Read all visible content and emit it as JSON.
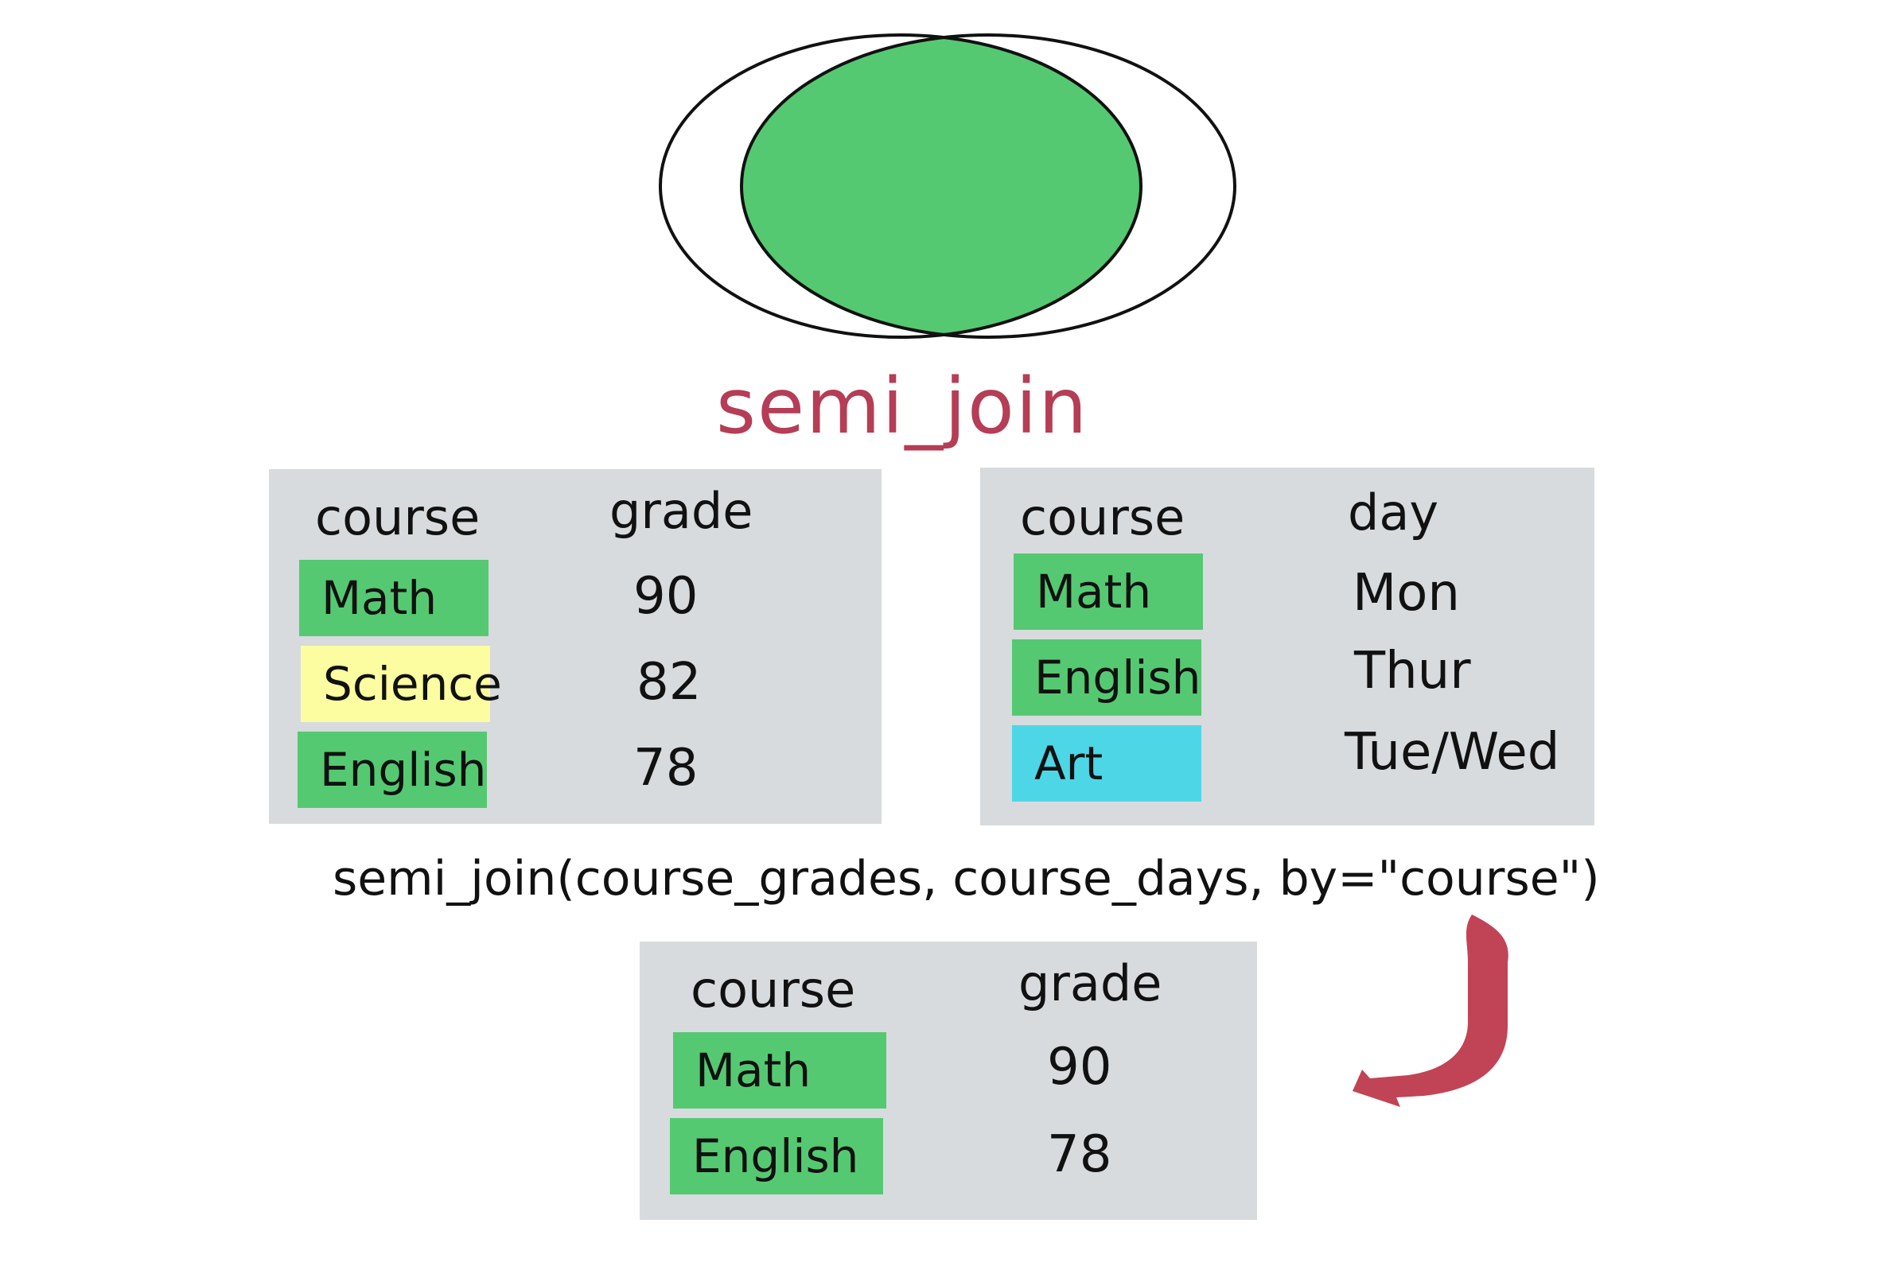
{
  "title": "semi_join",
  "colors": {
    "match": "#55c972",
    "unmatched_left": "#fbfda0",
    "unmatched_right": "#4dd6e6",
    "panel": "#d7dbdd",
    "title": "#b53d55",
    "arrow": "#c14456",
    "outline": "#111111"
  },
  "course_grades": {
    "headers": [
      "course",
      "grade"
    ],
    "rows": [
      {
        "course": "Math",
        "value": "90",
        "status": "match"
      },
      {
        "course": "Science",
        "value": "82",
        "status": "unmatched_left"
      },
      {
        "course": "English",
        "value": "78",
        "status": "match"
      }
    ]
  },
  "course_days": {
    "headers": [
      "course",
      "day"
    ],
    "rows": [
      {
        "course": "Math",
        "value": "Mon",
        "status": "match"
      },
      {
        "course": "English",
        "value": "Thur",
        "status": "match"
      },
      {
        "course": "Art",
        "value": "Tue/Wed",
        "status": "unmatched_right"
      }
    ]
  },
  "code": "semi_join(course_grades, course_days, by=\"course\")",
  "result": {
    "headers": [
      "course",
      "grade"
    ],
    "rows": [
      {
        "course": "Math",
        "value": "90",
        "status": "match"
      },
      {
        "course": "English",
        "value": "78",
        "status": "match"
      }
    ]
  },
  "icons": {
    "venn": "venn-diagram-icon",
    "arrow": "curved-arrow-icon"
  }
}
